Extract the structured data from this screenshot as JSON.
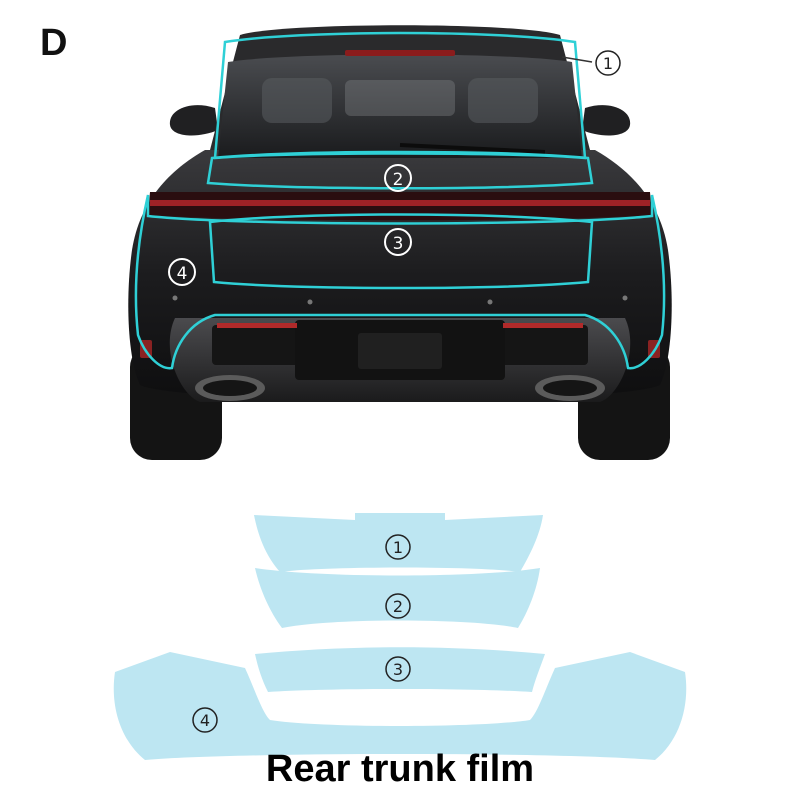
{
  "variant_label": "D",
  "caption": "Rear trunk film",
  "callouts": {
    "c1": "1",
    "c2": "2",
    "c3": "3",
    "c4": "4"
  },
  "pieces": {
    "p1": "1",
    "p2": "2",
    "p3": "3",
    "p4": "4"
  },
  "colors": {
    "film_fill": "#bde6f2",
    "outline": "#2fd0d6",
    "car_body": "#1a1a1c"
  }
}
